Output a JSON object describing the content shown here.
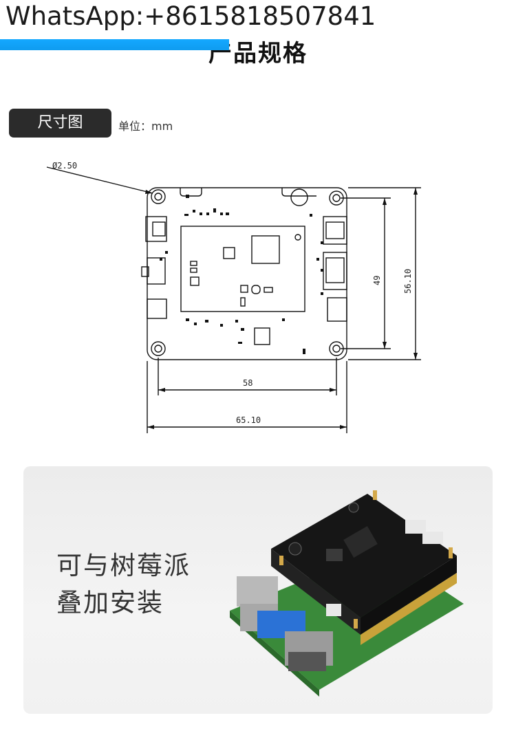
{
  "watermark": "WhatsApp:+8615818507841",
  "section_title": "产品规格",
  "size_tab": "尺寸图",
  "unit_label": "单位：mm",
  "dimensions": {
    "hole_diameter": "2.50",
    "hole_spacing_horizontal": "58",
    "board_width": "65.10",
    "hole_spacing_vertical": "49",
    "board_height": "56.10"
  },
  "caption": {
    "line1": "可与树莓派",
    "line2": "叠加安装"
  },
  "colors": {
    "accent_bar": "#14a8ff",
    "tab_bg": "#2b2b2b",
    "card_bg": "#efefef"
  }
}
